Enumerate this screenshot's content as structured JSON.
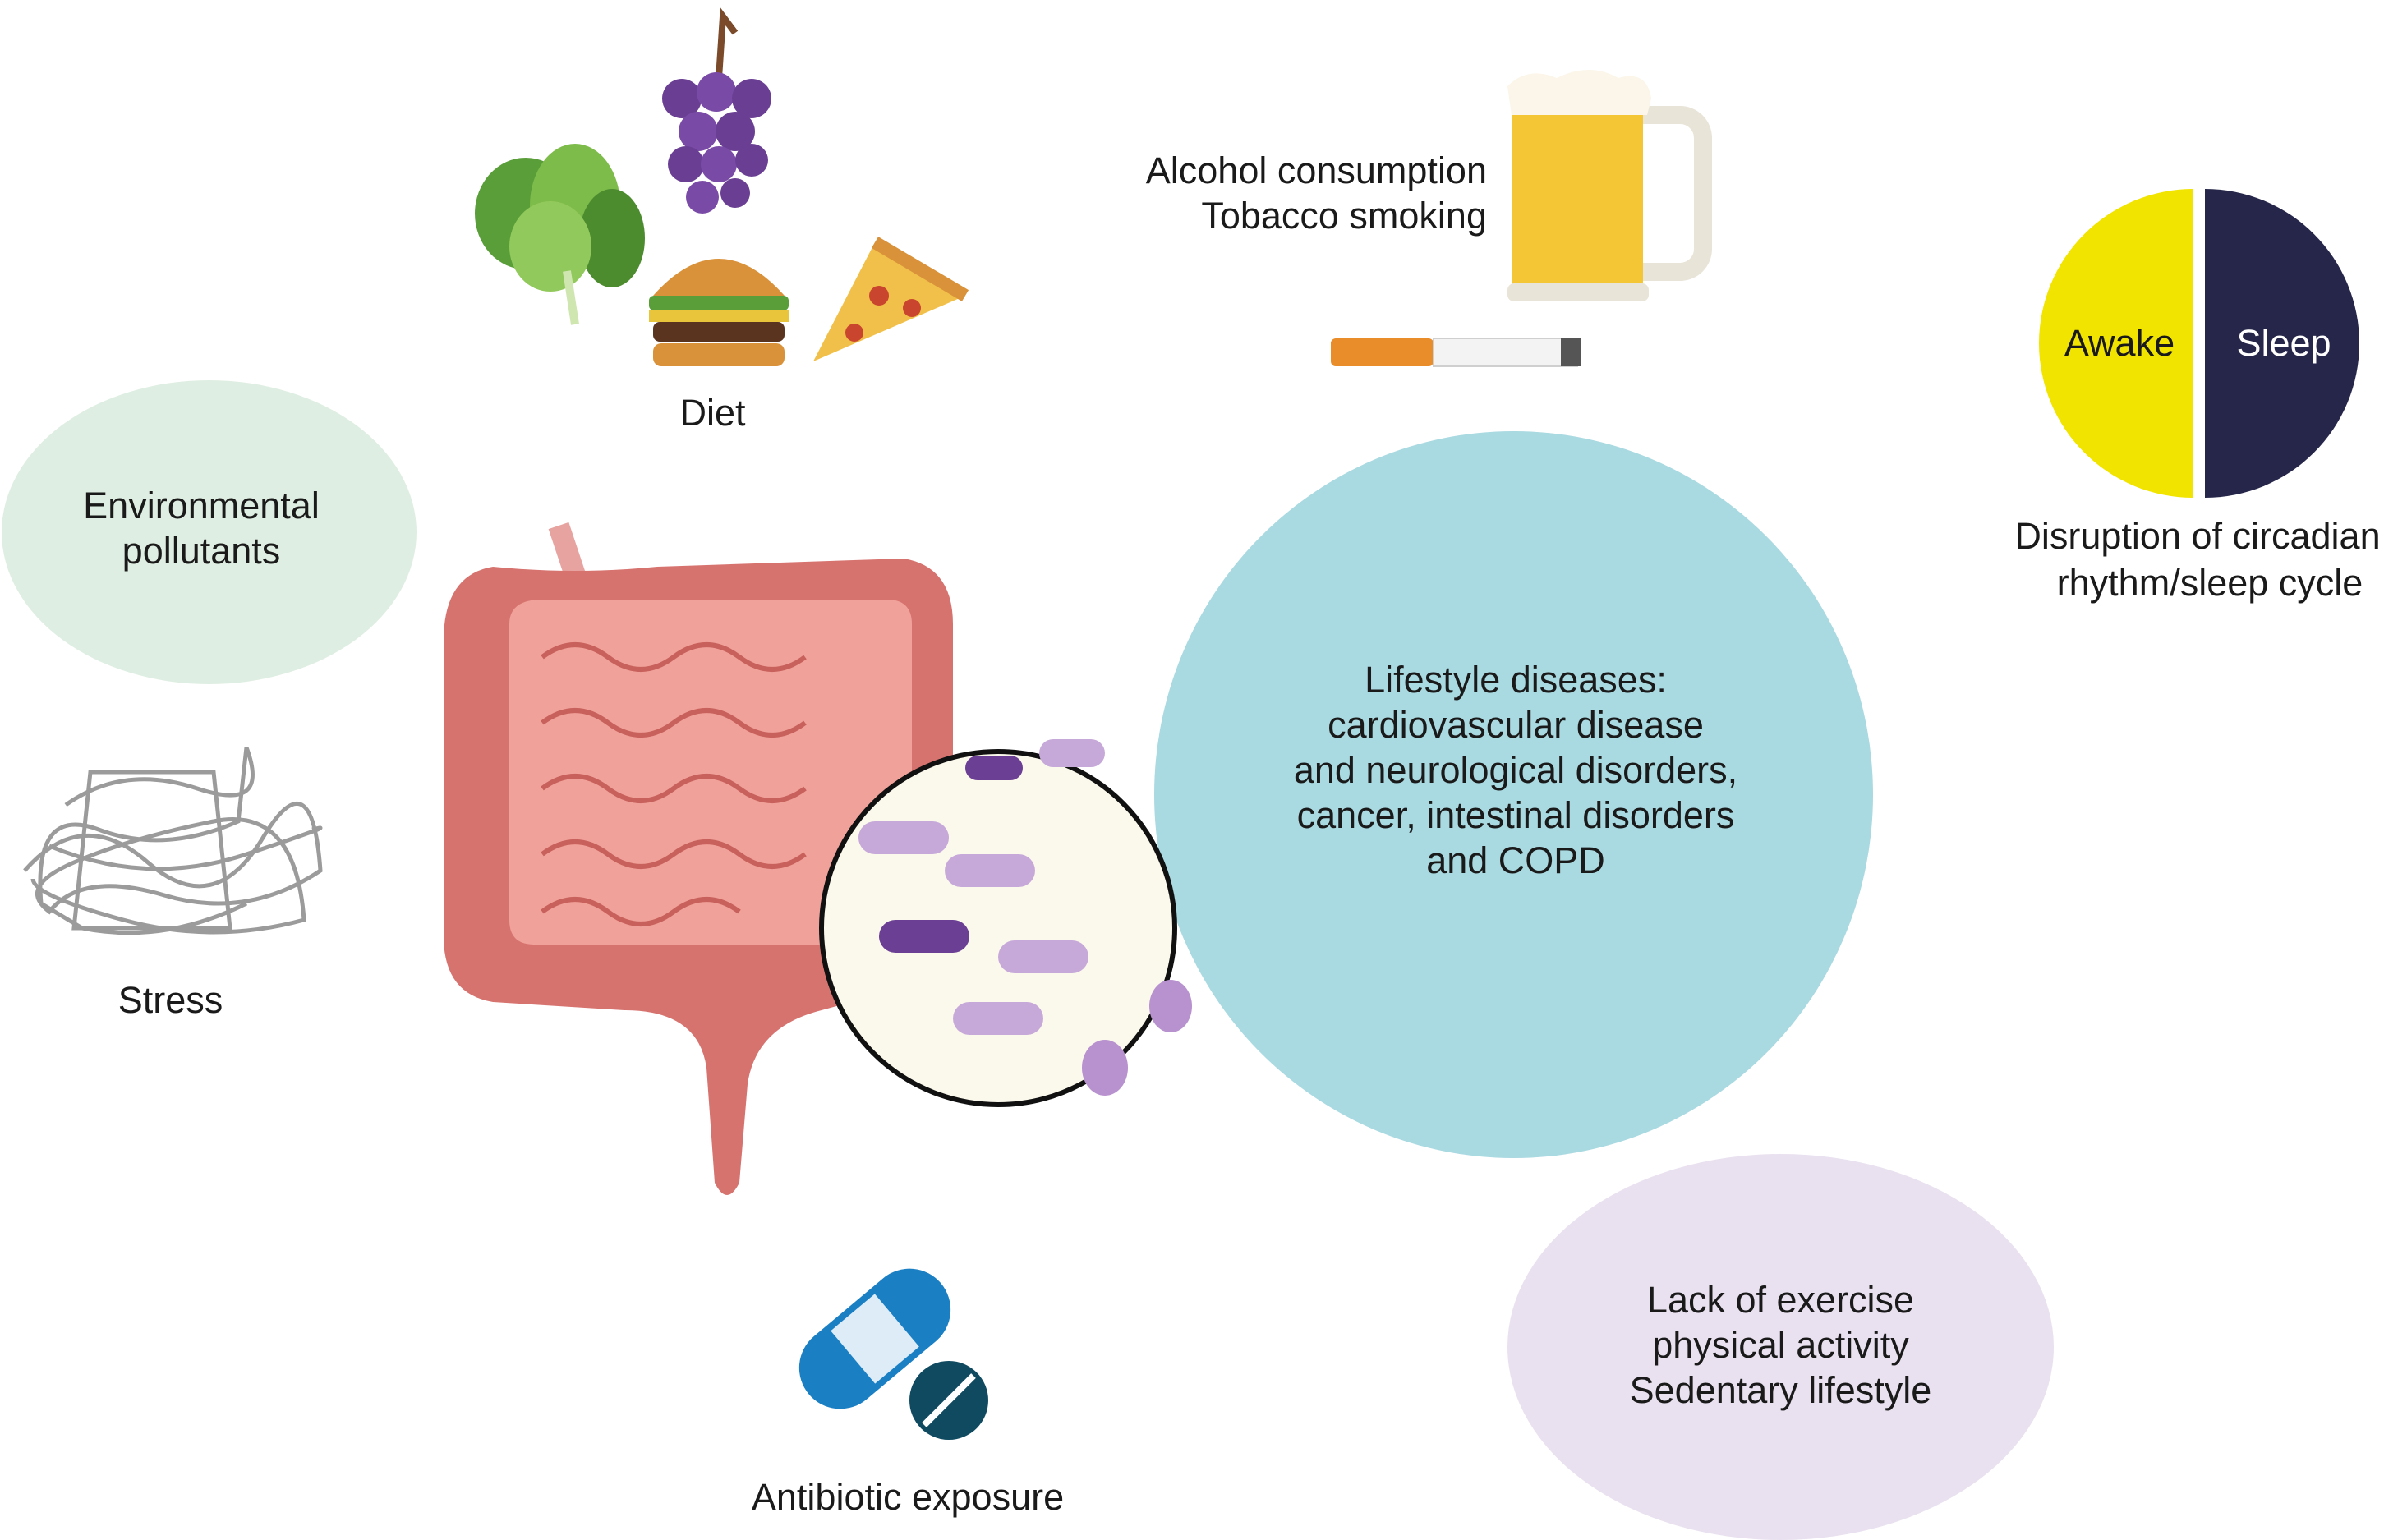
{
  "colors": {
    "env_blob": "#dfeee2",
    "lifestyle_circle": "#a9d9e1",
    "exercise_blob": "#e9e1ef",
    "awake": "#f1e400",
    "sleep": "#26264a",
    "stress_scribble": "#9b9b9b",
    "intestine": "#e08b84",
    "pill_blue": "#1b7fc4",
    "pill_dark": "#0f4a61"
  },
  "diet": {
    "label": "Diet",
    "icons": [
      "lettuce-icon",
      "grapes-icon",
      "burger-icon",
      "pizza-icon"
    ]
  },
  "alcohol_tobacco": {
    "line1": "Alcohol consumption",
    "line2": "Tobacco smoking",
    "icons": [
      "beer-mug-icon",
      "cigarette-icon"
    ]
  },
  "circadian": {
    "awake": "Awake",
    "sleep": "Sleep",
    "line1": "Disruption of circadian",
    "line2": "rhythm/sleep cycle"
  },
  "environment": {
    "line1": "Environmental",
    "line2": "pollutants"
  },
  "stress": {
    "label": "Stress",
    "icon": "scribble-icon"
  },
  "lifestyle": {
    "lines": [
      "Lifestyle diseases:",
      "cardiovascular disease",
      "and neurological disorders,",
      "cancer, intestinal disorders",
      "and COPD"
    ]
  },
  "gut": {
    "icons": [
      "intestine-icon",
      "bacteria-magnifier-icon"
    ]
  },
  "antibiotic": {
    "label": "Antibiotic exposure",
    "icon": "pill-icon"
  },
  "exercise": {
    "lines": [
      "Lack of exercise",
      "physical activity",
      "Sedentary lifestyle"
    ]
  }
}
